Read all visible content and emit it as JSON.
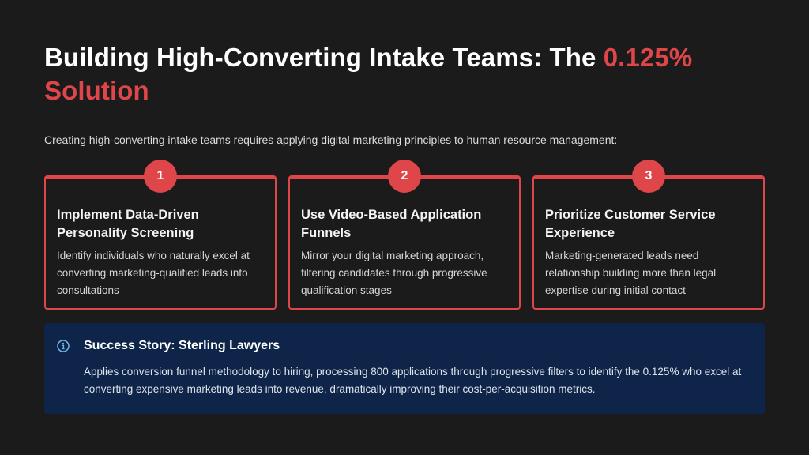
{
  "title": {
    "text_main": "Building High-Converting Intake Teams: The ",
    "text_accent": "0.125% Solution"
  },
  "subtitle": "Creating high-converting intake teams requires applying digital marketing principles to human resource management:",
  "cards": [
    {
      "number": "1",
      "title": "Implement Data-Driven Personality Screening",
      "body": "Identify individuals who naturally excel at converting marketing-qualified leads into consultations"
    },
    {
      "number": "2",
      "title": "Use Video-Based Application Funnels",
      "body": "Mirror your digital marketing approach, filtering candidates through progressive qualification stages"
    },
    {
      "number": "3",
      "title": "Prioritize Customer Service Experience",
      "body": "Marketing-generated leads need relationship building more than legal expertise during initial contact"
    }
  ],
  "success_story": {
    "icon": "info-icon",
    "title": "Success Story: Sterling Lawyers",
    "body": "Applies conversion funnel methodology to hiring, processing 800 applications through progressive filters to identify the 0.125% who excel at converting expensive marketing leads into revenue, dramatically improving their cost-per-acquisition metrics."
  },
  "colors": {
    "background": "#1b1b1b",
    "accent": "#df4649",
    "story_background": "#0e2549",
    "info_icon": "#6fb6e8"
  }
}
